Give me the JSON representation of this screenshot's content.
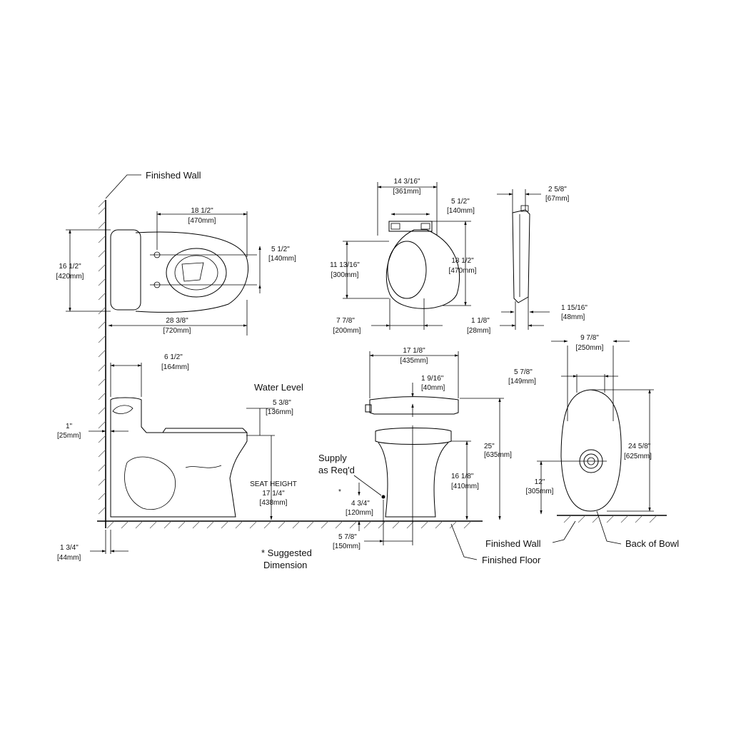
{
  "labels": {
    "finished_wall_top": "Finished Wall",
    "water_level": "Water Level",
    "seat_height_title": "SEAT HEIGHT",
    "seat_height_in": "17 1/4\"",
    "seat_height_mm": "[438mm]",
    "supply_line1": "Supply",
    "supply_line2": "as Req'd",
    "asterisk": "*",
    "suggested_line1": "* Suggested",
    "suggested_line2": "Dimension",
    "finished_floor": "Finished Floor",
    "finished_wall_bottom": "Finished Wall",
    "back_of_bowl": "Back of Bowl"
  },
  "dims": {
    "top_width_in": "18 1/2\"",
    "top_width_mm": "[470mm]",
    "top_depth_in": "16 1/2\"",
    "top_depth_mm": "[420mm]",
    "top_bolt_in": "5 1/2\"",
    "top_bolt_mm": "[140mm]",
    "top_length_in": "28 3/8\"",
    "top_length_mm": "[720mm]",
    "seat_width_in": "14 3/16\"",
    "seat_width_mm": "[361mm]",
    "seat_hinge_in": "5 1/2\"",
    "seat_hinge_mm": "[140mm]",
    "seat_open_in": "11 13/16\"",
    "seat_open_mm": "[300mm]",
    "seat_length_in": "18 1/2\"",
    "seat_length_mm": "[470mm]",
    "seat_opening_w_in": "7 7/8\"",
    "seat_opening_w_mm": "[200mm]",
    "seat_side_top_in": "2 5/8\"",
    "seat_side_top_mm": "[67mm]",
    "seat_side_bot_in": "1 15/16\"",
    "seat_side_bot_mm": "[48mm]",
    "seat_side_thk_in": "1 1/8\"",
    "seat_side_thk_mm": "[28mm]",
    "side_tank_in": "6 1/2\"",
    "side_tank_mm": "[164mm]",
    "side_wall_gap_in": "1\"",
    "side_wall_gap_mm": "[25mm]",
    "side_water_in": "5 3/8\"",
    "side_water_mm": "[136mm]",
    "side_base_in": "1 3/4\"",
    "side_base_mm": "[44mm]",
    "front_width_in": "17 1/8\"",
    "front_width_mm": "[435mm]",
    "front_lid_in": "1 9/16\"",
    "front_lid_mm": "[40mm]",
    "front_height_in": "25\"",
    "front_height_mm": "[635mm]",
    "front_rim_in": "16 1/8\"",
    "front_rim_mm": "[410mm]",
    "front_supply_h_in": "4 3/4\"",
    "front_supply_h_mm": "[120mm]",
    "front_supply_x_in": "5 7/8\"",
    "front_supply_x_mm": "[150mm]",
    "back_width_in": "9 7/8\"",
    "back_width_mm": "[250mm]",
    "back_inner_in": "5 7/8\"",
    "back_inner_mm": "[149mm]",
    "back_height_in": "24 5/8\"",
    "back_height_mm": "[625mm]",
    "back_rough_in": "12\"",
    "back_rough_mm": "[305mm]"
  }
}
